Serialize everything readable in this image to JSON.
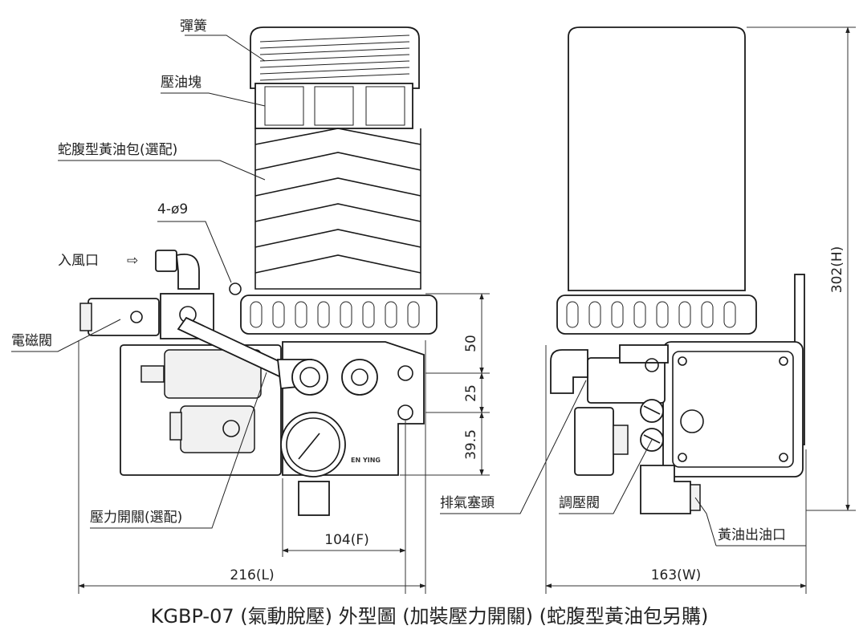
{
  "title": "KGBP-07 (氣動脫壓) 外型圖 (加裝壓力開關) (蛇腹型黃油包另購)",
  "brand_text": "EN YING",
  "labels": {
    "spring": "彈簧",
    "pressure_block": "壓油塊",
    "bellows_grease_pack": "蛇腹型黃油包(選配)",
    "mount_holes": "4-ø9",
    "air_inlet": "入風口",
    "air_inlet_arrow": "⇨",
    "solenoid_valve": "電磁閥",
    "pressure_switch": "壓力開關(選配)",
    "vent_plug": "排氣塞頭",
    "pressure_regulator": "調壓閥",
    "grease_outlet": "黃油出油口"
  },
  "dimensions": {
    "d50": "50",
    "d25": "25",
    "d39_5": "39.5",
    "front_104": "104(F)",
    "length_216": "216(L)",
    "width_163": "163(W)",
    "height_302": "302(H)"
  }
}
